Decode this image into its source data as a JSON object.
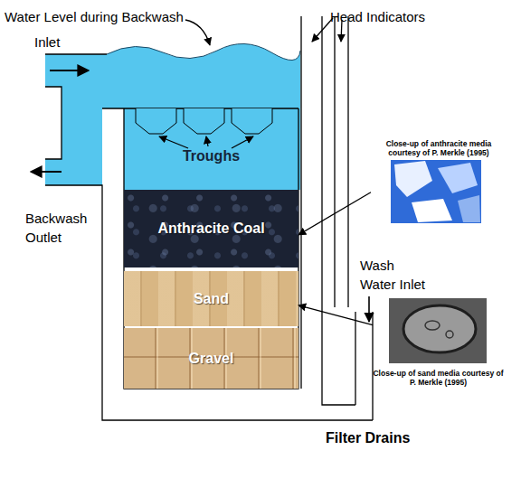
{
  "diagram": {
    "nodes": [
      {
        "text": [
          "Troughs"
        ]
      },
      {
        "text": [
          "Anthracite Coal"
        ]
      },
      {
        "text": [
          "Sand"
        ]
      },
      {
        "text": [
          "Gravel"
        ]
      },
      {
        "text": [
          "Close-up of anthracite media courtesy of P. Merkle (1995)"
        ]
      },
      {
        "text": [
          "Close-up of sand media courtesy of P. Merkle (1995)"
        ]
      }
    ],
    "edges": [
      {
        "from": 4,
        "to": 1,
        "arrow": "to"
      },
      {
        "from": 5,
        "to": 2,
        "arrow": "to"
      }
    ],
    "labels": [
      "Water Level during Backwash",
      "Head Indicators",
      "Inlet",
      "Backwash Outlet",
      "Wash Water Inlet",
      "Filter Drains"
    ]
  }
}
